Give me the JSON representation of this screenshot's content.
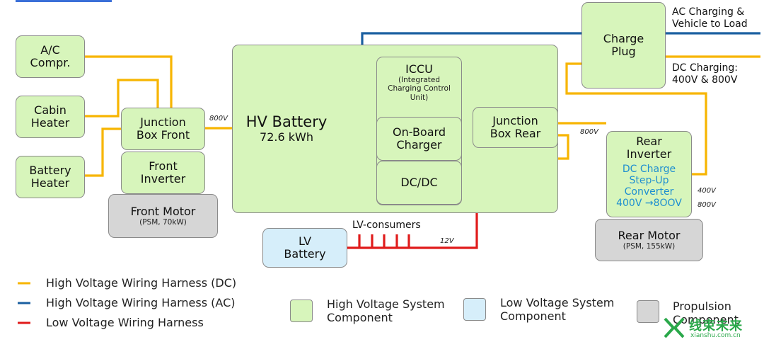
{
  "colors": {
    "hv_dc": "#f7b500",
    "hv_ac": "#1a5fa0",
    "lv": "#e01b1b",
    "hv_component": "#d7f5bb",
    "lv_component": "#d6eefa",
    "propulsion": "#d6d6d6",
    "step_up_text": "#1e8fd0"
  },
  "components": {
    "ac_compr": {
      "line1": "A/C",
      "line2": "Compr."
    },
    "cabin_heater": {
      "line1": "Cabin",
      "line2": "Heater"
    },
    "battery_heater": {
      "line1": "Battery",
      "line2": "Heater"
    },
    "junction_box_front": {
      "line1": "Junction",
      "line2": "Box Front"
    },
    "front_inverter": {
      "line1": "Front",
      "line2": "Inverter"
    },
    "front_motor": {
      "title": "Front Motor",
      "sub": "(PSM, 70kW)"
    },
    "hv_battery": {
      "title": "HV Battery",
      "capacity": "72.6 kWh"
    },
    "iccu": {
      "title": "ICCU",
      "sub1": "(Integrated",
      "sub2": "Charging Control",
      "sub3": "Unit)"
    },
    "on_board_charger": {
      "line1": "On-Board",
      "line2": "Charger"
    },
    "dcdc": {
      "label": "DC/DC"
    },
    "junction_box_rear": {
      "line1": "Junction",
      "line2": "Box Rear"
    },
    "charge_plug": {
      "line1": "Charge",
      "line2": "Plug"
    },
    "rear_inverter": {
      "line1": "Rear",
      "line2": "Inverter",
      "step1": "DC Charge",
      "step2": "Step-Up",
      "step3": "Converter",
      "step4": "400V →8OOV"
    },
    "rear_motor": {
      "title": "Rear Motor",
      "sub": "(PSM, 155kW)"
    },
    "lv_battery": {
      "line1": "LV",
      "line2": "Battery"
    }
  },
  "labels": {
    "ac_charging_1": "AC Charging &",
    "ac_charging_2": "Vehicle to Load",
    "dc_charging_1": "DC Charging:",
    "dc_charging_2": "400V & 800V",
    "lv_consumers": "LV-consumers",
    "v800_front": "800V",
    "v800_rear": "800V",
    "v400": "400V",
    "v800_inv": "800V",
    "v12": "12V"
  },
  "legend": {
    "dc": "High Voltage Wiring Harness (DC)",
    "ac": "High Voltage Wiring Harness (AC)",
    "lv": "Low Voltage Wiring Harness",
    "hv_comp_1": "High Voltage System",
    "hv_comp_2": "Component",
    "lv_comp_1": "Low Voltage System",
    "lv_comp_2": "Component",
    "prop_1": "Propulsion",
    "prop_2": "Component"
  },
  "watermark": {
    "brand": "线束未来",
    "site": "xianshu.com.cn"
  }
}
